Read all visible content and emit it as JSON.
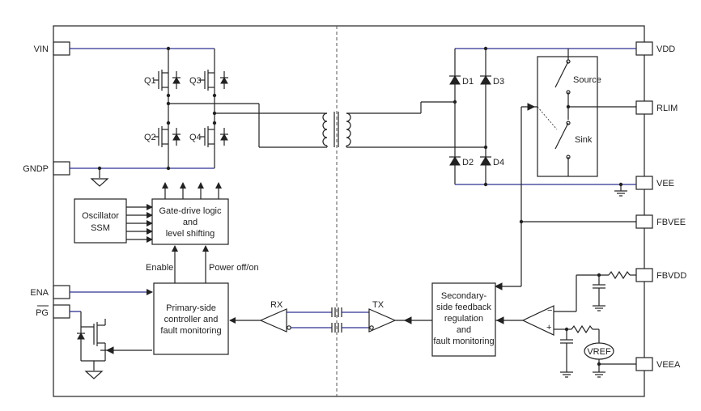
{
  "pins_left": {
    "vin": "VIN",
    "gndp": "GNDP",
    "ena": "ENA",
    "pg": "PG"
  },
  "pins_right": {
    "vdd": "VDD",
    "rlim": "RLIM",
    "vee": "VEE",
    "fbvee": "FBVEE",
    "fbvdd": "FBVDD",
    "veea": "VEEA"
  },
  "transistors": {
    "q1": "Q1",
    "q2": "Q2",
    "q3": "Q3",
    "q4": "Q4"
  },
  "diodes": {
    "d1": "D1",
    "d2": "D2",
    "d3": "D3",
    "d4": "D4"
  },
  "switch_labels": {
    "source": "Source",
    "sink": "Sink"
  },
  "blocks": {
    "oscillator": [
      "Oscillator",
      "SSM"
    ],
    "gate_drive": [
      "Gate-drive logic",
      "and",
      "level shifting"
    ],
    "primary": [
      "Primary-side",
      "controller and",
      "fault monitoring"
    ],
    "secondary": [
      "Secondary-",
      "side feedback",
      "regulation",
      "and",
      "fault monitoring"
    ]
  },
  "signals": {
    "enable": "Enable",
    "power": "Power off/on",
    "rx": "RX",
    "tx": "TX",
    "vref": "VREF",
    "minus": "−",
    "plus": "+"
  }
}
